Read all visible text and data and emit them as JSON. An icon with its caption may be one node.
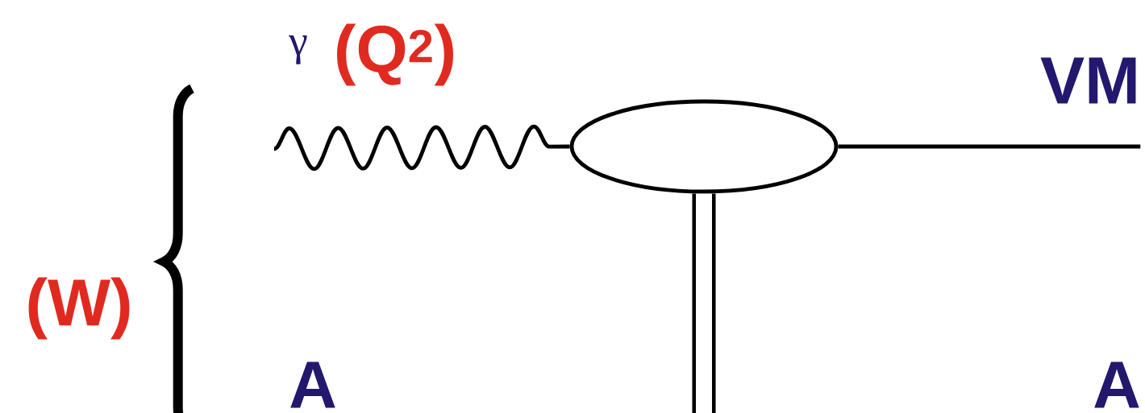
{
  "diagram": {
    "nodes": [
      {
        "text": [],
        "shape": "ellipse"
      },
      {
        "text": [
          "VM"
        ]
      }
    ],
    "edges": [
      {
        "from": null,
        "to": 0,
        "arrow": "none"
      },
      {
        "from": 0,
        "to": 1,
        "arrow": "none"
      },
      {
        "from": 0,
        "to": null,
        "arrow": "none",
        "style": "thick"
      }
    ],
    "labels": [
      "γ",
      "(Q$^{2}$)",
      "(W)",
      "A",
      "A"
    ]
  }
}
